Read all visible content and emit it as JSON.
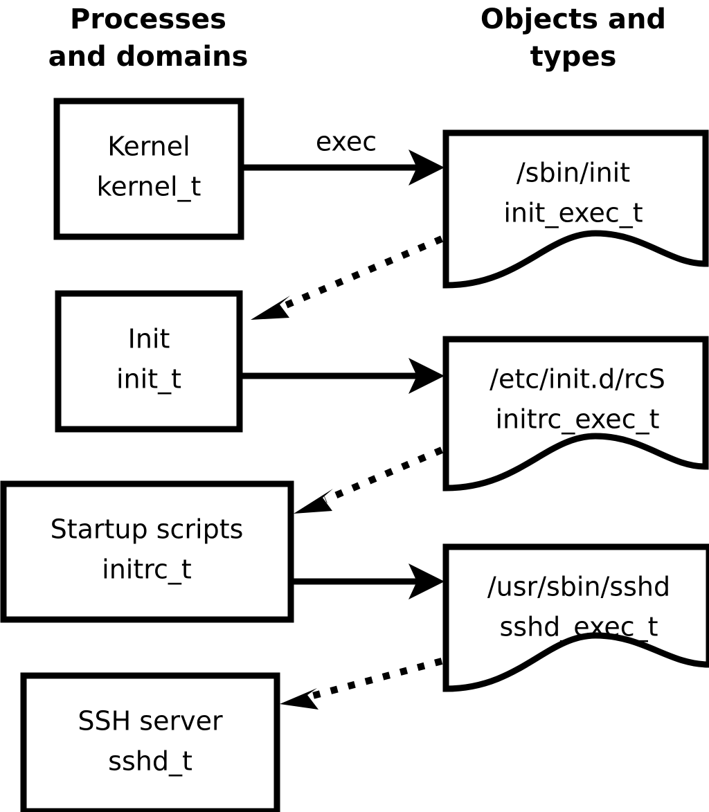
{
  "diagram": {
    "title_left": "Processes\nand domains",
    "columns": [
      {
        "id": "processes",
        "line1": "Processes",
        "line2": "and domains"
      },
      {
        "id": "objects",
        "line1": "Objects and",
        "line2": "types"
      }
    ],
    "process_nodes": [
      {
        "id": "kernel",
        "line1": "Kernel",
        "line2": "kernel_t"
      },
      {
        "id": "init",
        "line1": "Init",
        "line2": "init_t"
      },
      {
        "id": "initrc",
        "line1": "Startup scripts",
        "line2": "initrc_t"
      },
      {
        "id": "sshd",
        "line1": "SSH server",
        "line2": "sshd_t"
      }
    ],
    "object_nodes": [
      {
        "id": "init_exec",
        "line1": "/sbin/init",
        "line2": "init_exec_t"
      },
      {
        "id": "initrc_exec",
        "line1": "/etc/init.d/rcS",
        "line2": "initrc_exec_t"
      },
      {
        "id": "sshd_exec",
        "line1": "/usr/sbin/sshd",
        "line2": "sshd_exec_t"
      }
    ],
    "edges": [
      {
        "id": "kernel-exec-init_exec",
        "label": "exec",
        "style": "solid"
      },
      {
        "id": "init_exec-to-init",
        "label": "",
        "style": "dotted"
      },
      {
        "id": "init-exec-initrc_exec",
        "label": "",
        "style": "solid"
      },
      {
        "id": "initrc_exec-to-initrc",
        "label": "",
        "style": "dotted"
      },
      {
        "id": "initrc-exec-sshd_exec",
        "label": "",
        "style": "solid"
      },
      {
        "id": "sshd_exec-to-sshd",
        "label": "",
        "style": "dotted"
      }
    ],
    "colors": {
      "background": "#ffffff",
      "stroke": "#000000",
      "text": "#000000"
    }
  }
}
